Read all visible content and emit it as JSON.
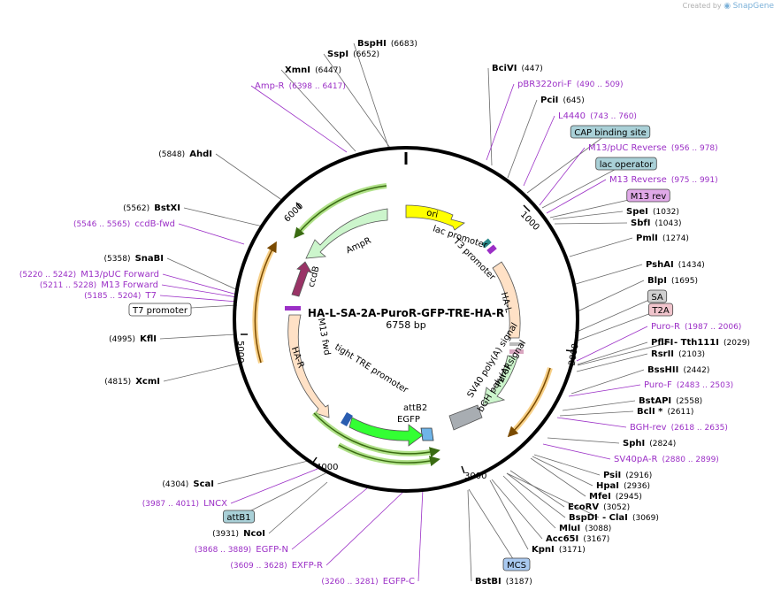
{
  "credit": {
    "text": "Created by",
    "brand": "SnapGene"
  },
  "title": "HA-L-SA-2A-PuroR-GFP-TRE-HA-R",
  "length": "6758 bp",
  "ticks": [
    "1000",
    "2000",
    "3000",
    "4000",
    "5000",
    "6000"
  ],
  "labels": [
    {
      "name": "BspHI",
      "pos": "(6683)",
      "kind": "enzyme"
    },
    {
      "name": "SspI",
      "pos": "(6652)",
      "kind": "enzyme"
    },
    {
      "name": "XmnI",
      "pos": "(6447)",
      "kind": "enzyme"
    },
    {
      "name": "Amp-R",
      "pos": "(6398 .. 6417)",
      "kind": "primer"
    },
    {
      "name": "AhdI",
      "pos": "(5848)",
      "kind": "enzyme"
    },
    {
      "name": "BstXI",
      "pos": "(5562)",
      "kind": "enzyme"
    },
    {
      "name": "ccdB-fwd",
      "pos": "(5546 .. 5565)",
      "kind": "primer"
    },
    {
      "name": "SnaBI",
      "pos": "(5358)",
      "kind": "enzyme"
    },
    {
      "name": "M13/pUC Forward",
      "pos": "(5220 .. 5242)",
      "kind": "primer"
    },
    {
      "name": "M13 Forward",
      "pos": "(5211 .. 5228)",
      "kind": "primer"
    },
    {
      "name": "T7",
      "pos": "(5185 .. 5204)",
      "kind": "primer"
    },
    {
      "name": "T7 promoter",
      "pos": "",
      "kind": "box"
    },
    {
      "name": "KflI",
      "pos": "(4995)",
      "kind": "enzyme"
    },
    {
      "name": "XcmI",
      "pos": "(4815)",
      "kind": "enzyme"
    },
    {
      "name": "ScaI",
      "pos": "(4304)",
      "kind": "enzyme"
    },
    {
      "name": "LNCX",
      "pos": "(3987 .. 4011)",
      "kind": "primer"
    },
    {
      "name": "attB1",
      "pos": "",
      "kind": "box"
    },
    {
      "name": "NcoI",
      "pos": "(3931)",
      "kind": "enzyme"
    },
    {
      "name": "EGFP-N",
      "pos": "(3868 .. 3889)",
      "kind": "primer"
    },
    {
      "name": "EXFP-R",
      "pos": "(3609 .. 3628)",
      "kind": "primer"
    },
    {
      "name": "EGFP-C",
      "pos": "(3260 .. 3281)",
      "kind": "primer"
    },
    {
      "name": "BciVI",
      "pos": "(447)",
      "kind": "enzyme"
    },
    {
      "name": "pBR322ori-F",
      "pos": "(490 .. 509)",
      "kind": "primer"
    },
    {
      "name": "PciI",
      "pos": "(645)",
      "kind": "enzyme"
    },
    {
      "name": "L4440",
      "pos": "(743 .. 760)",
      "kind": "primer"
    },
    {
      "name": "CAP binding site",
      "pos": "",
      "kind": "box"
    },
    {
      "name": "M13/pUC Reverse",
      "pos": "(956 .. 978)",
      "kind": "primer"
    },
    {
      "name": "lac operator",
      "pos": "",
      "kind": "box"
    },
    {
      "name": "M13 Reverse",
      "pos": "(975 .. 991)",
      "kind": "primer"
    },
    {
      "name": "M13 rev",
      "pos": "",
      "kind": "box"
    },
    {
      "name": "SpeI",
      "pos": "(1032)",
      "kind": "enzyme"
    },
    {
      "name": "SbfI",
      "pos": "(1043)",
      "kind": "enzyme"
    },
    {
      "name": "PmlI",
      "pos": "(1274)",
      "kind": "enzyme"
    },
    {
      "name": "PshAI",
      "pos": "(1434)",
      "kind": "enzyme"
    },
    {
      "name": "BlpI",
      "pos": "(1695)",
      "kind": "enzyme"
    },
    {
      "name": "SA",
      "pos": "",
      "kind": "box"
    },
    {
      "name": "T2A",
      "pos": "",
      "kind": "box"
    },
    {
      "name": "Puro-R",
      "pos": "(1987 .. 2006)",
      "kind": "primer"
    },
    {
      "name": "PflFI",
      "pos": "",
      "kind": "enzyme"
    },
    {
      "name": "- Tth111I",
      "pos": "(2029)",
      "kind": "enzyme"
    },
    {
      "name": "RsrII",
      "pos": "(2103)",
      "kind": "enzyme"
    },
    {
      "name": "BssHII",
      "pos": "(2442)",
      "kind": "enzyme"
    },
    {
      "name": "Puro-F",
      "pos": "(2483 .. 2503)",
      "kind": "primer"
    },
    {
      "name": "BstAPI",
      "pos": "(2558)",
      "kind": "enzyme"
    },
    {
      "name": "BclI *",
      "pos": "(2611)",
      "kind": "enzyme"
    },
    {
      "name": "BGH-rev",
      "pos": "(2618 .. 2635)",
      "kind": "primer"
    },
    {
      "name": "SphI",
      "pos": "(2824)",
      "kind": "enzyme"
    },
    {
      "name": "SV40pA-R",
      "pos": "(2880 .. 2899)",
      "kind": "primer"
    },
    {
      "name": "PsiI",
      "pos": "(2916)",
      "kind": "enzyme"
    },
    {
      "name": "HpaI",
      "pos": "(2936)",
      "kind": "enzyme"
    },
    {
      "name": "MfeI",
      "pos": "(2945)",
      "kind": "enzyme"
    },
    {
      "name": "EcoRV",
      "pos": "(3052)",
      "kind": "enzyme"
    },
    {
      "name": "BspDI",
      "pos": "",
      "kind": "enzyme"
    },
    {
      "name": "- ClaI",
      "pos": "(3069)",
      "kind": "enzyme"
    },
    {
      "name": "MluI",
      "pos": "(3088)",
      "kind": "enzyme"
    },
    {
      "name": "Acc65I",
      "pos": "(3167)",
      "kind": "enzyme"
    },
    {
      "name": "KpnI",
      "pos": "(3171)",
      "kind": "enzyme"
    },
    {
      "name": "MCS",
      "pos": "",
      "kind": "box"
    },
    {
      "name": "BstBI",
      "pos": "(3187)",
      "kind": "enzyme"
    }
  ],
  "features": {
    "ori": "ori",
    "lac_promoter": "lac promoter",
    "t3_promoter": "T3 promoter",
    "ha_l": "HA-L",
    "sv40": "SV40 poly(A) signal",
    "bgh": "bGH poly(A) signal",
    "puror": "PuroR",
    "attb2": "attB2",
    "egfp": "EGFP",
    "tight_tre": "tight TRE promoter",
    "ha_r": "HA-R",
    "m13fwd": "M13 fwd",
    "ccdb": "ccdB",
    "ampr": "AmpR"
  },
  "colors": {
    "enzyme": "#000000",
    "primer": "#9b2fc6",
    "ori": "#ffff00",
    "ampr": "#ccf5cc",
    "egfp": "#33ff33",
    "ha": "#ffe1c6",
    "puror": "#ccf5cc",
    "ccdb": "#993366",
    "cap_box": "#a9d0d7",
    "m13rev_box": "#e0a9e8",
    "t2a_box": "#f0c4cc",
    "sa_box": "#d0d0d0",
    "mcs_box": "#a9c9f0",
    "attb1_box": "#a9d0d7"
  }
}
